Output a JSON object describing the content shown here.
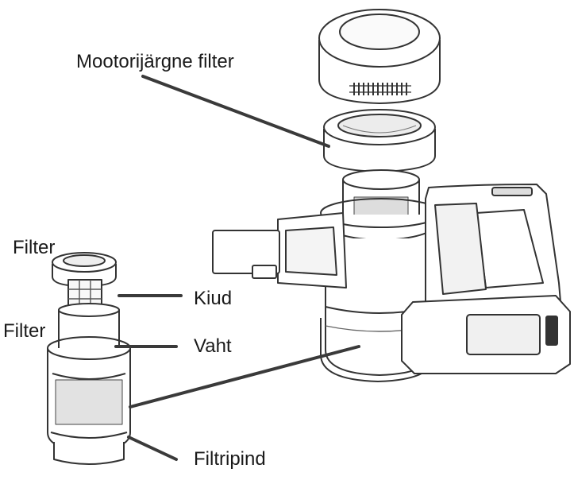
{
  "labels": {
    "motor_filter": "Mootorijärgne filter",
    "filter_top": "Filter",
    "fiber": "Kiud",
    "filter_mid": "Filter",
    "foam": "Vaht",
    "filter_housing": "Filtripind"
  },
  "colors": {
    "ink": "#1a1a1a",
    "line": "#3a3a3a",
    "fill": "#ffffff",
    "shade": "#e6e6e6"
  }
}
